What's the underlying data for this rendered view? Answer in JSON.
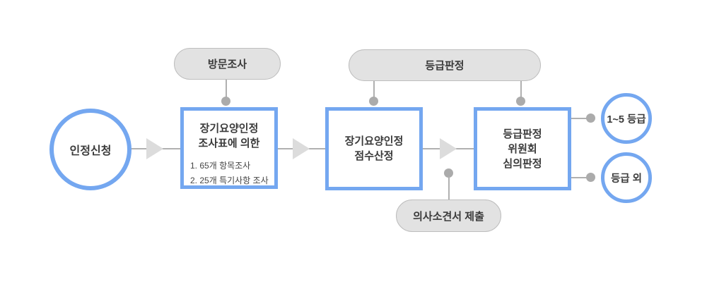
{
  "flow": {
    "start": {
      "label": "인정신청"
    },
    "pills": {
      "visit": {
        "label": "방문조사"
      },
      "grade": {
        "label": "등급판정"
      },
      "doctor": {
        "label": "의사소견서 제출"
      }
    },
    "boxes": {
      "survey": {
        "lines": [
          "장기요양인정",
          "조사표에 의한"
        ],
        "items": [
          "1. 65개 항목조사",
          "2. 25개 특기사항 조사"
        ]
      },
      "score": {
        "lines": [
          "장기요양인정",
          "점수산정"
        ]
      },
      "committee": {
        "lines": [
          "등급판정",
          "위원회",
          "심의판정"
        ]
      }
    },
    "results": {
      "grades": {
        "label": "1~5 등급"
      },
      "out": {
        "label": "등급 외"
      }
    },
    "colors": {
      "accent_blue": "#74a7f0",
      "pill_fill": "#e2e2e2",
      "pill_border": "#bdbdbd",
      "connector_gray": "#b0b0b0",
      "dot_gray": "#ababab",
      "arrowhead_gray": "#dcdcdc",
      "text": "#3b3b3b",
      "background": "#ffffff"
    }
  }
}
